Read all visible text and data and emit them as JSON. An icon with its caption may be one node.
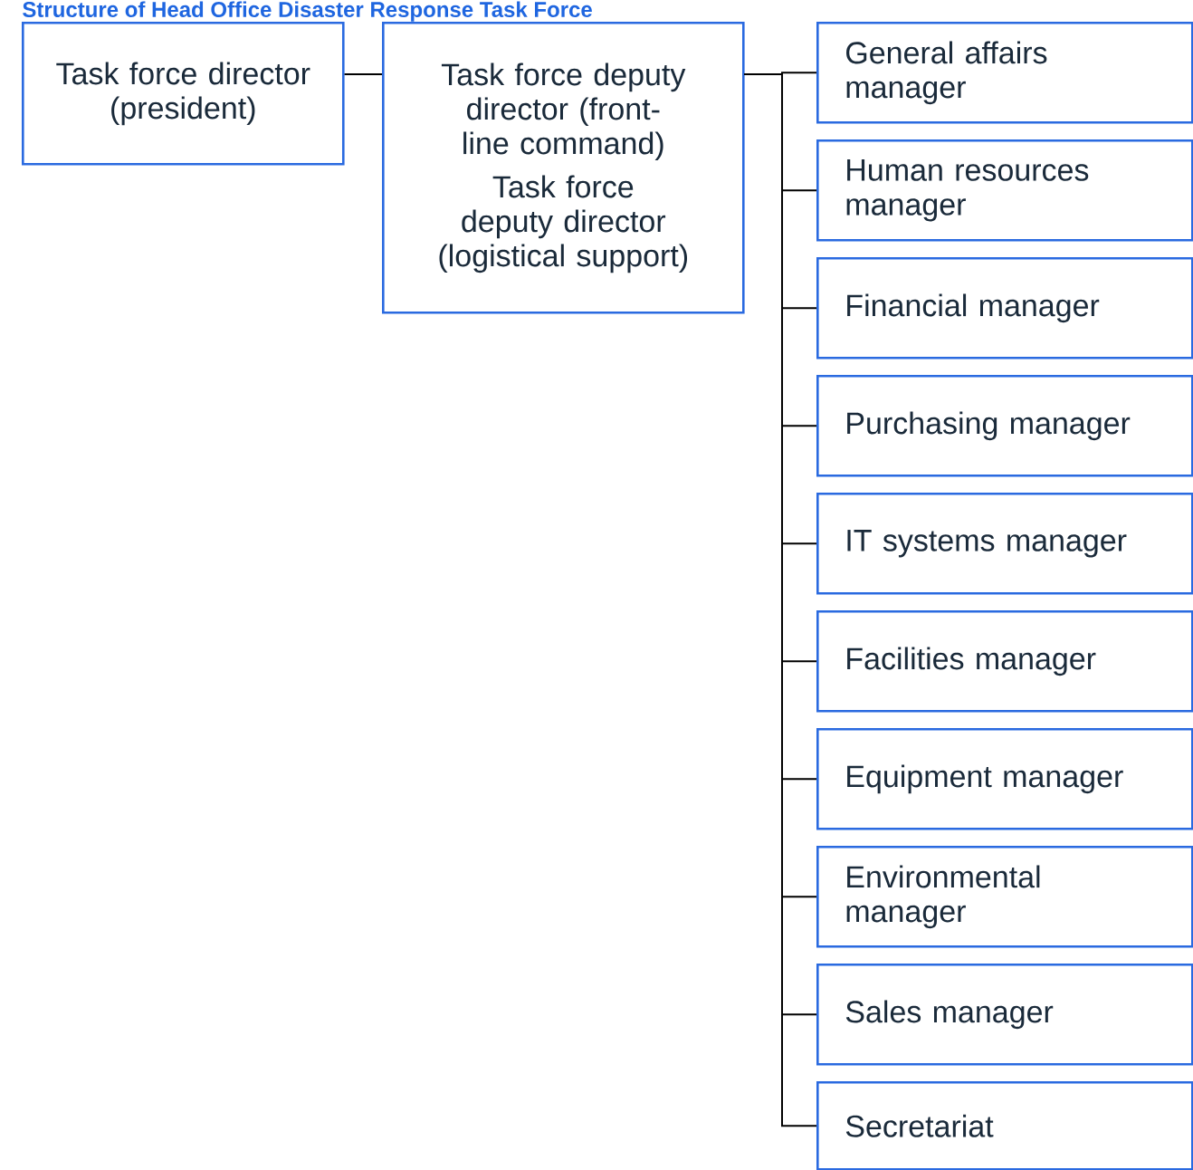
{
  "diagram": {
    "title": "Structure of Head Office Disaster Response Task Force",
    "nodes": [
      {
        "text": [
          "Task force director (president)"
        ]
      },
      {
        "text": [
          "Task force deputy director (front-line command)",
          "Task force deputy director (logistical support)"
        ]
      },
      {
        "text": [
          "General affairs manager"
        ]
      },
      {
        "text": [
          "Human resources manager"
        ]
      },
      {
        "text": [
          "Financial manager"
        ]
      },
      {
        "text": [
          "Purchasing manager"
        ]
      },
      {
        "text": [
          "IT systems manager"
        ]
      },
      {
        "text": [
          "Facilities manager"
        ]
      },
      {
        "text": [
          "Equipment manager"
        ]
      },
      {
        "text": [
          "Environmental manager"
        ]
      },
      {
        "text": [
          "Sales manager"
        ]
      },
      {
        "text": [
          "Secretariat"
        ]
      }
    ],
    "edges": [
      {
        "from": 0,
        "to": 1,
        "arrow": "none"
      },
      {
        "from": 1,
        "to": 2,
        "arrow": "none"
      },
      {
        "from": 1,
        "to": 3,
        "arrow": "none"
      },
      {
        "from": 1,
        "to": 4,
        "arrow": "none"
      },
      {
        "from": 1,
        "to": 5,
        "arrow": "none"
      },
      {
        "from": 1,
        "to": 6,
        "arrow": "none"
      },
      {
        "from": 1,
        "to": 7,
        "arrow": "none"
      },
      {
        "from": 1,
        "to": 8,
        "arrow": "none"
      },
      {
        "from": 1,
        "to": 9,
        "arrow": "none"
      },
      {
        "from": 1,
        "to": 10,
        "arrow": "none"
      },
      {
        "from": 1,
        "to": 11,
        "arrow": "none"
      }
    ]
  }
}
